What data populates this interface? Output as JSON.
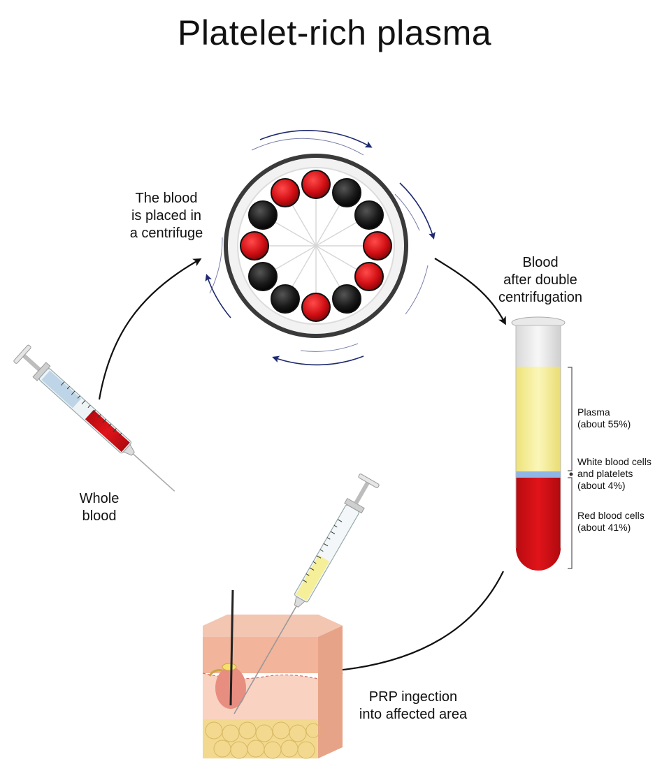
{
  "title": "Platelet-rich plasma",
  "labels": {
    "centrifuge": [
      "The blood",
      "is placed in",
      "a centrifuge"
    ],
    "after": [
      "Blood",
      "after double",
      "centrifugation"
    ],
    "whole": [
      "Whole",
      "blood"
    ],
    "prp": [
      "PRP ingection",
      "into affected area"
    ]
  },
  "layers": {
    "plasma": [
      "Plasma",
      "(about 55%)"
    ],
    "wbc": [
      "White blood cells",
      "and platelets",
      "(about 4%)"
    ],
    "rbc": [
      "Red blood cells",
      "(about 41%)"
    ]
  },
  "colors": {
    "blood": "#d40f14",
    "plasma": "#f6ef9a",
    "buffy": "#8fb6e6",
    "arrow": "#1e2a6e",
    "skin": "#f2b49a",
    "fat": "#f2d98f"
  }
}
